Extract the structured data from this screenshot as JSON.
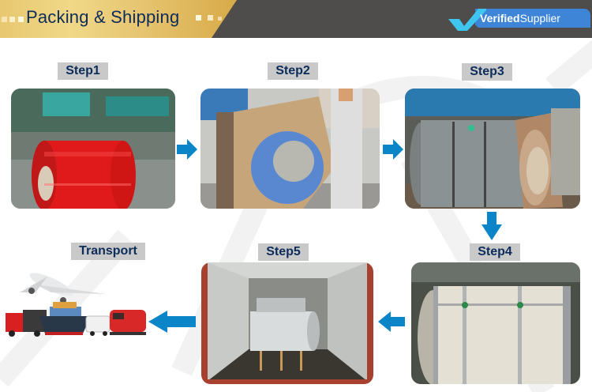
{
  "header": {
    "title": "Packing & Shipping",
    "badge": {
      "prefix": "V",
      "bold": "erified",
      "suffix": "Supplier",
      "full": "VerifiedSupplier"
    }
  },
  "colors": {
    "header_bg": "#4f4d4b",
    "banner_gold": "#e8c870",
    "title_navy": "#0c2c5a",
    "badge_blue": "#3e85d8",
    "check_cyan": "#3ec6f0",
    "arrow_blue": "#0a86c8",
    "label_bg": "#c9c9c9"
  },
  "steps": [
    {
      "label": "Step1",
      "image": "red-coil-in-factory"
    },
    {
      "label": "Step2",
      "image": "workers-wrapping-coil-in-paper"
    },
    {
      "label": "Step3",
      "image": "paper-wrapped-steel-coils"
    },
    {
      "label": "Step4",
      "image": "strapped-white-coil"
    },
    {
      "label": "Step5",
      "image": "coils-loaded-in-container"
    },
    {
      "label": "Transport",
      "image": "plane-truck-ship-van-train"
    }
  ]
}
